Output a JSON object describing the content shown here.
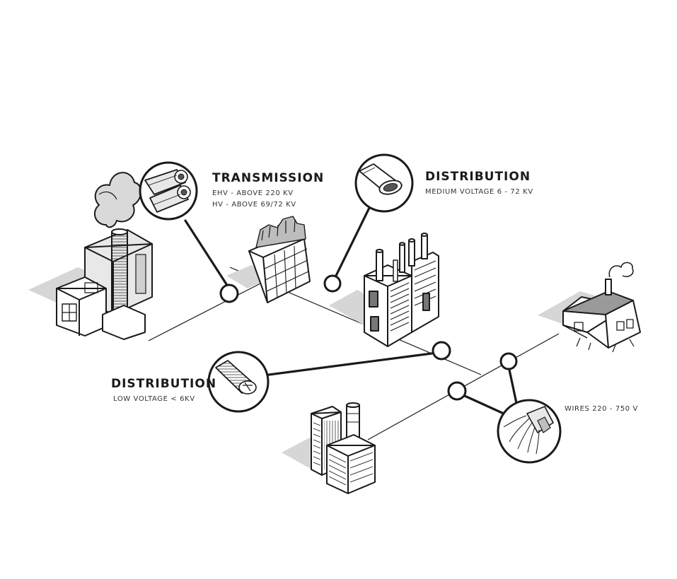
{
  "labels": {
    "transmission": {
      "title": "TRANSMISSION",
      "lines": [
        "EHV - ABOVE 220 KV",
        "HV - ABOVE 69/72 KV"
      ]
    },
    "distribution_medium": {
      "title": "DISTRIBUTION",
      "lines": [
        "MEDIUM VOLTAGE 6 - 72 KV"
      ]
    },
    "distribution_low": {
      "title": "DISTRIBUTION",
      "lines": [
        "LOW VOLTAGE < 6KV"
      ]
    },
    "wires": {
      "text": "WIRES 220 - 750 V"
    }
  },
  "icons": [
    "power-plant-icon",
    "substation-icon",
    "factory-icon",
    "house-icon",
    "office-buildings-icon",
    "cable-icon"
  ],
  "colors": {
    "ink": "#1a1a1a",
    "shadow": "#d6d6d6",
    "background": "#ffffff"
  }
}
